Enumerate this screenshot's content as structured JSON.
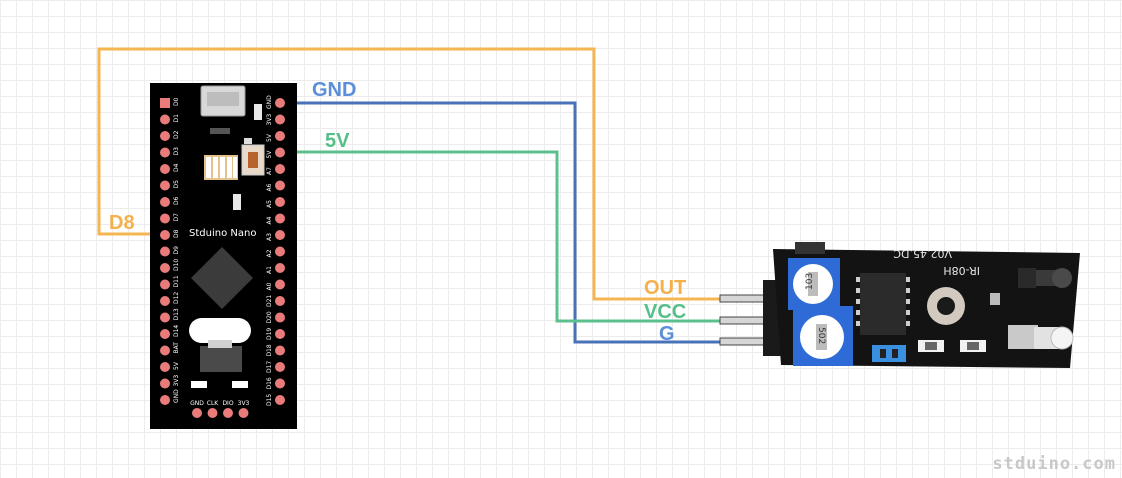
{
  "board": {
    "name": "Stduino Nano",
    "left_pins": [
      "D0",
      "D1",
      "D2",
      "D3",
      "D4",
      "D5",
      "D6",
      "D7",
      "D8",
      "D9",
      "D10",
      "D11",
      "D12",
      "D13",
      "D14",
      "BAT",
      "5V",
      "3V3",
      "GND"
    ],
    "right_pins": [
      "GND",
      "3V3",
      "5V",
      "5V",
      "A7",
      "A6",
      "A5",
      "A4",
      "A3",
      "A2",
      "A1",
      "A0",
      "D21",
      "D20",
      "D19",
      "D18",
      "D17",
      "D16",
      "D15"
    ],
    "bottom_pins": [
      "GND",
      "CLK",
      "DIO",
      "3V3"
    ]
  },
  "sensor": {
    "version": "V02.45.DC",
    "model": "IR-08H",
    "pot_top": "103",
    "pot_bottom": "502"
  },
  "wires": {
    "gnd": {
      "label": "GND",
      "color": "#4a72b8",
      "text_color": "#5b8fd9"
    },
    "vcc": {
      "label": "5V",
      "color": "#5cc08e",
      "text_color": "#55bf8a"
    },
    "signal": {
      "label": "D8",
      "color": "#f5b550",
      "text_color": "#f5b04a"
    }
  },
  "sensor_pins": {
    "out": {
      "label": "OUT",
      "color": "#f5b04a"
    },
    "vcc": {
      "label": "VCC",
      "color": "#55bf8a"
    },
    "g": {
      "label": "G",
      "color": "#5b8fd9"
    }
  },
  "watermark": "stduino.com"
}
